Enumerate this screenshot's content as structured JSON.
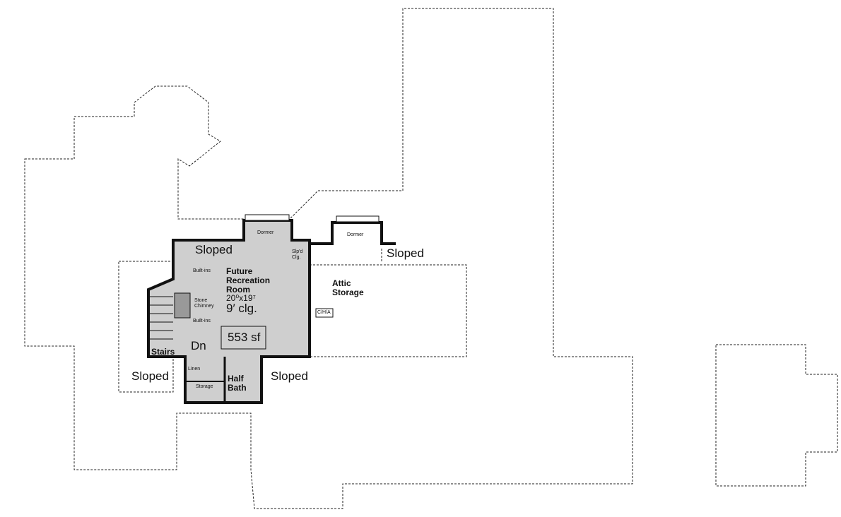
{
  "plan": {
    "rooms": {
      "recreation": {
        "name_line1": "Future",
        "name_line2": "Recreation",
        "name_line3": "Room",
        "size": "20⁰x19⁷",
        "ceiling": "9′ clg.",
        "area": "553 sf"
      },
      "attic": {
        "line1": "Attic",
        "line2": "Storage"
      },
      "half_bath": {
        "line1": "Half",
        "line2": "Bath"
      },
      "stairs": "Stairs",
      "down": "Dn",
      "linen": "Linen",
      "storage": "Storage",
      "dormer_left": "Dormer",
      "dormer_right": "Dormer",
      "slpd_clg_line1": "Slp'd",
      "slpd_clg_line2": "Clg.",
      "builtins_top": "Built-ins",
      "builtins_bottom": "Built-ins",
      "chimney_line1": "Stone",
      "chimney_line2": "Chimney",
      "chva": "C/H/A"
    },
    "sloped_labels": [
      "Sloped",
      "Sloped",
      "Sloped",
      "Sloped"
    ],
    "colors": {
      "room_fill": "#cfcfcf",
      "line": "#111111"
    }
  }
}
